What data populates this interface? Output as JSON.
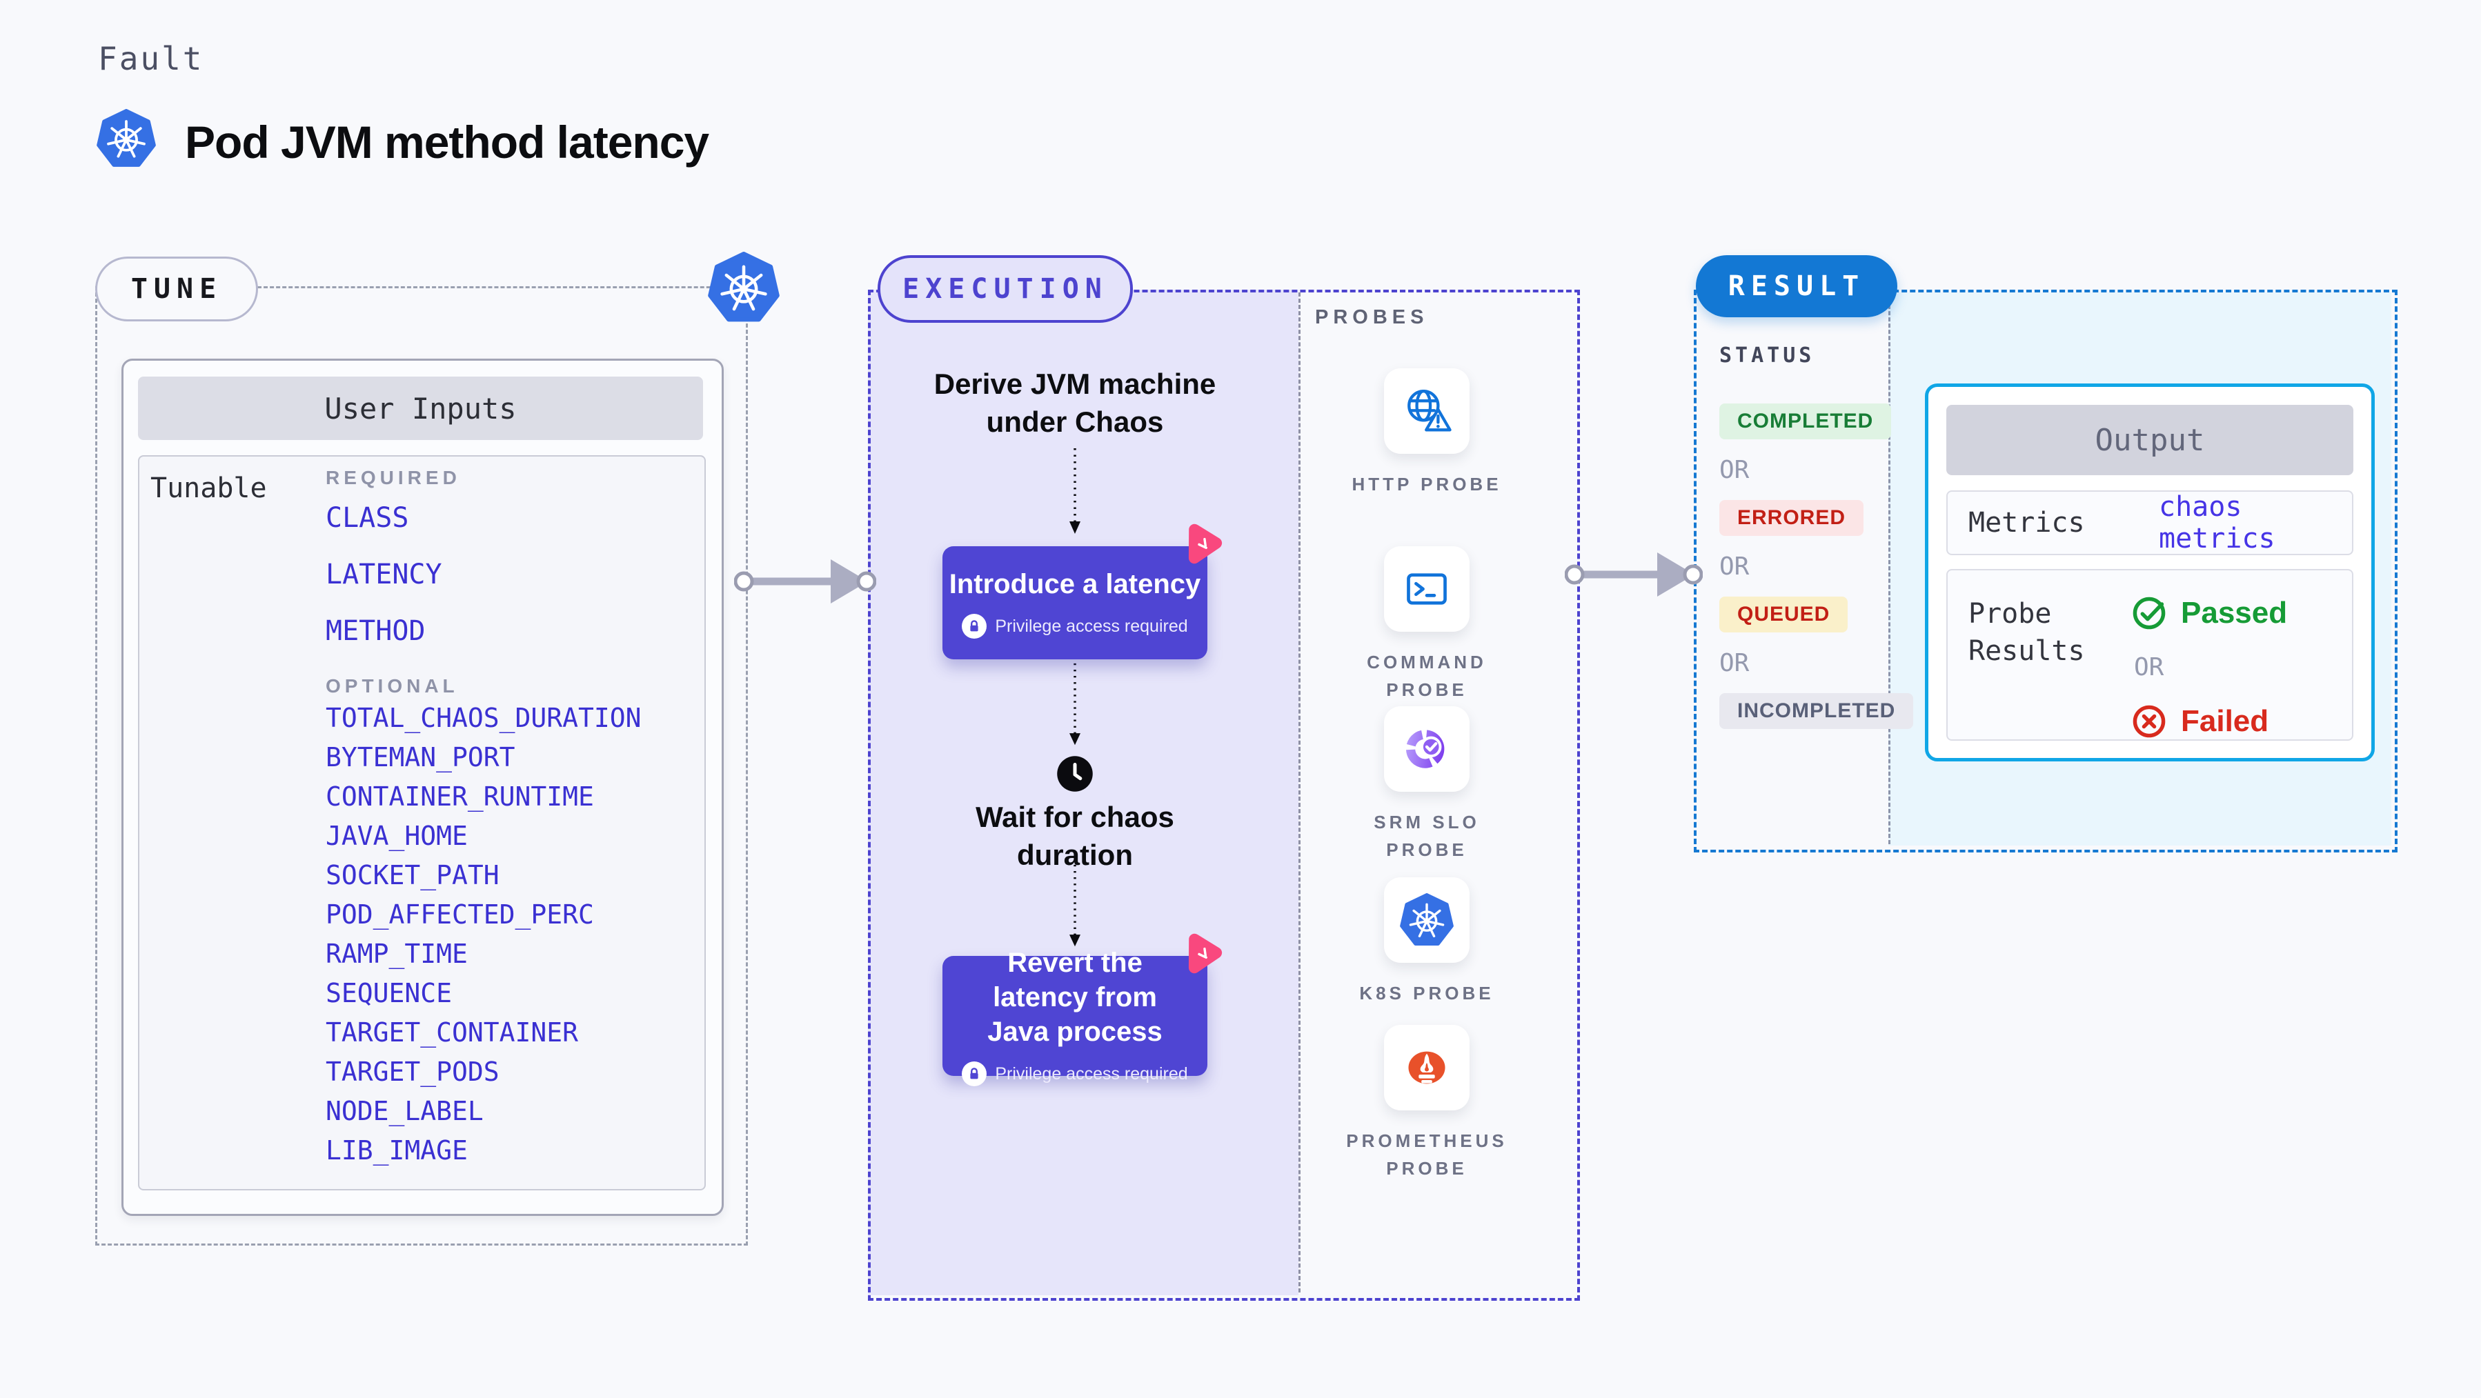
{
  "page": {
    "kicker": "Fault",
    "title": "Pod JVM method latency"
  },
  "tune": {
    "label": "TUNE",
    "card_title": "User Inputs",
    "row_label": "Tunable",
    "groups": [
      {
        "heading": "REQUIRED",
        "items": [
          "CLASS",
          "LATENCY",
          "METHOD"
        ]
      },
      {
        "heading": "OPTIONAL",
        "items": [
          "TOTAL_CHAOS_DURATION",
          "BYTEMAN_PORT",
          "CONTAINER_RUNTIME",
          "JAVA_HOME",
          "SOCKET_PATH",
          "POD_AFFECTED_PERC",
          "RAMP_TIME",
          "SEQUENCE",
          "TARGET_CONTAINER",
          "TARGET_PODS",
          "NODE_LABEL",
          "LIB_IMAGE"
        ]
      }
    ]
  },
  "execution": {
    "label": "EXECUTION",
    "derive_heading": "Derive JVM machine under Chaos",
    "action_intro": {
      "label": "Introduce a latency",
      "note": "Privilege access required"
    },
    "wait_heading": "Wait for chaos duration",
    "action_revert": {
      "label": "Revert the latency from Java process",
      "note": "Privilege access required"
    }
  },
  "probes": {
    "label": "PROBES",
    "items": [
      {
        "name": "HTTP PROBE",
        "icon": "globe-alert-icon"
      },
      {
        "name": "COMMAND PROBE",
        "icon": "terminal-icon"
      },
      {
        "name": "SRM SLO PROBE",
        "icon": "slo-gauge-check-icon"
      },
      {
        "name": "K8S PROBE",
        "icon": "kubernetes-icon"
      },
      {
        "name": "PROMETHEUS PROBE",
        "icon": "prometheus-flame-icon"
      }
    ]
  },
  "result": {
    "label": "RESULT",
    "status_heading": "STATUS",
    "or_label": "OR",
    "statuses": [
      {
        "label": "COMPLETED",
        "kind": "completed"
      },
      {
        "label": "ERRORED",
        "kind": "errored"
      },
      {
        "label": "QUEUED",
        "kind": "queued"
      },
      {
        "label": "INCOMPLETED",
        "kind": "incompleted"
      }
    ],
    "output": {
      "title": "Output",
      "metrics_label": "Metrics",
      "metrics_value": "chaos metrics",
      "probe_results_label": "Probe Results",
      "passed_label": "Passed",
      "or_label": "OR",
      "failed_label": "Failed"
    }
  },
  "colors": {
    "page_bg": "#f8f9fc",
    "kubernetes_blue": "#3570e4",
    "tune_dash_gray": "#9aa0b0",
    "param_blue": "#3a30d2",
    "execution_indigo": "#4d43cf",
    "execution_fill": "#e6e5fa",
    "button_indigo": "#4f45d3",
    "chaos_pink": "#f9487e",
    "probe_icon_blue": "#1173da",
    "srm_purple": "#8f5ff2",
    "prometheus_orange": "#e8512a",
    "result_blue": "#1378d4",
    "output_border_cyan": "#10a6e6",
    "output_fill": "#e9f6fd",
    "completed_green": "#187d36",
    "errored_red": "#c21f15",
    "passed_green": "#169b36",
    "failed_red": "#d82a1d",
    "arrow_gray": "#abadc2"
  }
}
